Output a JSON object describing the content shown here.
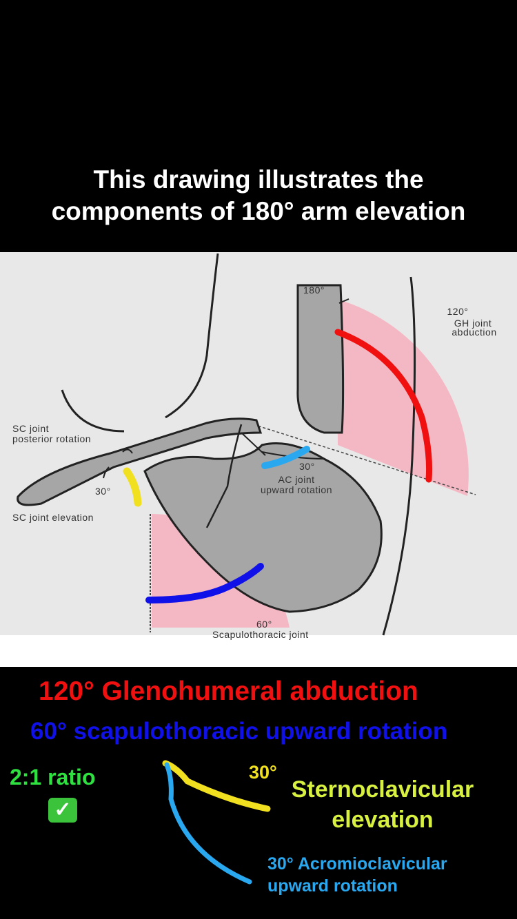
{
  "caption": {
    "line1": "This drawing illustrates the",
    "line2": "components of 180° arm elevation"
  },
  "figure": {
    "top_angle": "180°",
    "gh_angle": "120°",
    "gh_label1": "GH joint",
    "gh_label2": "abduction",
    "sc_post_label1": "SC joint",
    "sc_post_label2": "posterior rotation",
    "sc_elev_angle": "30°",
    "sc_elev_label": "SC joint elevation",
    "ac_angle": "30°",
    "ac_label1": "AC joint",
    "ac_label2": "upward rotation",
    "st_angle": "60°",
    "st_label": "Scapulothoracic joint"
  },
  "bottom": {
    "gh_line": "120° Glenohumeral abduction",
    "st_line": "60° scapulothoracic upward rotation",
    "ratio": "2:1 ratio",
    "sc_deg": "30°",
    "sc_label1": "Sternoclavicular",
    "sc_label2": "elevation",
    "ac_label1": "30° Acromioclavicular",
    "ac_label2": "upward rotation"
  },
  "colors": {
    "glenohumeral": "#f01010",
    "scapulothoracic": "#1010e8",
    "sternoclavicular": "#f0e020",
    "acromioclavicular": "#29a8f0",
    "ratio": "#2ee040",
    "sector_fill": "#f4b8c4"
  },
  "icons": {
    "check": "check-mark-emoji-icon"
  }
}
